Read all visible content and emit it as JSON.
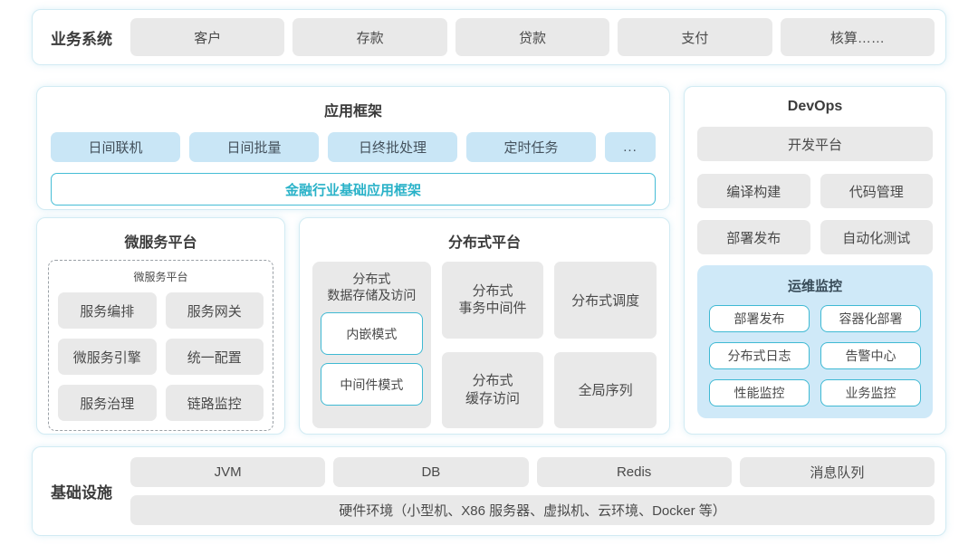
{
  "colors": {
    "panel_border": "#d2ebf3",
    "gray_box": "#e9e9e9",
    "blue_box": "#c9e6f6",
    "monitor_bg": "#cfe9f8",
    "teal_border": "#3fb9d3",
    "teal_text": "#29b2c8",
    "text": "#474747"
  },
  "business": {
    "label": "业务系统",
    "items": [
      "客户",
      "存款",
      "贷款",
      "支付",
      "核算……"
    ]
  },
  "app_framework": {
    "title": "应用框架",
    "items": [
      "日间联机",
      "日间批量",
      "日终批处理",
      "定时任务",
      "..."
    ],
    "base": "金融行业基础应用框架"
  },
  "devops": {
    "title": "DevOps",
    "platform": "开发平台",
    "items": [
      "编译构建",
      "代码管理",
      "部署发布",
      "自动化测试"
    ],
    "monitor": {
      "title": "运维监控",
      "items": [
        "部署发布",
        "容器化部署",
        "分布式日志",
        "告警中心",
        "性能监控",
        "业务监控"
      ]
    }
  },
  "microservice": {
    "title": "微服务平台",
    "inner_title": "微服务平台",
    "items": [
      "服务编排",
      "服务网关",
      "微服务引擎",
      "统一配置",
      "服务治理",
      "链路监控"
    ]
  },
  "distributed": {
    "title": "分布式平台",
    "storage": {
      "label": "分布式\n数据存储及访问",
      "modes": [
        "内嵌模式",
        "中间件模式"
      ]
    },
    "boxes": {
      "transaction": "分布式\n事务中间件",
      "scheduling": "分布式调度",
      "cache": "分布式\n缓存访问",
      "sequence": "全局序列"
    }
  },
  "infrastructure": {
    "label": "基础设施",
    "items": [
      "JVM",
      "DB",
      "Redis",
      "消息队列"
    ],
    "hardware": "硬件环境（小型机、X86 服务器、虚拟机、云环境、Docker 等）"
  }
}
